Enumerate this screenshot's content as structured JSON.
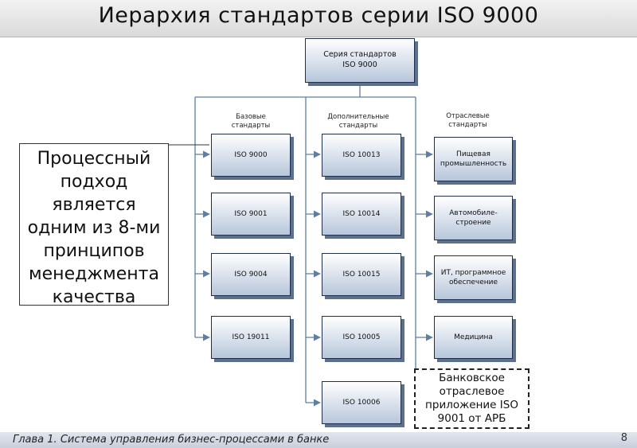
{
  "title": "Иерархия стандартов серии ISO 9000",
  "root": "Серия стандартов\nISO 9000",
  "headers": {
    "basic": "Базовые\nстандарты",
    "additional": "Дополнительные\nстандарты",
    "industry": "Отраслевые\nстандарты"
  },
  "basic_items": [
    "ISO 9000",
    "ISO 9001",
    "ISO 9004",
    "ISO 19011"
  ],
  "additional_items": [
    "ISO 10013",
    "ISO 10014",
    "ISO 10015",
    "ISO 10005",
    "ISO 10006"
  ],
  "industry_items": [
    "Пищевая\nпромышленность",
    "Автомобиле-\nстроение",
    "ИТ, программное\nобеспечение",
    "Медицина"
  ],
  "callout": "Процессный подход является одним из 8-ми принципов менеджмента качества",
  "bank_note": "Банковское отраслевое приложение ISO 9001 от АРБ",
  "footer": "Глава 1. Система управления бизнес-процессами в банке",
  "page_number": "8",
  "colors": {
    "box_fill_top": "#ffffff",
    "box_fill_bottom": "#b7c6db",
    "box_shadow": "#5b6f8f",
    "line": "#5f7ea6"
  }
}
